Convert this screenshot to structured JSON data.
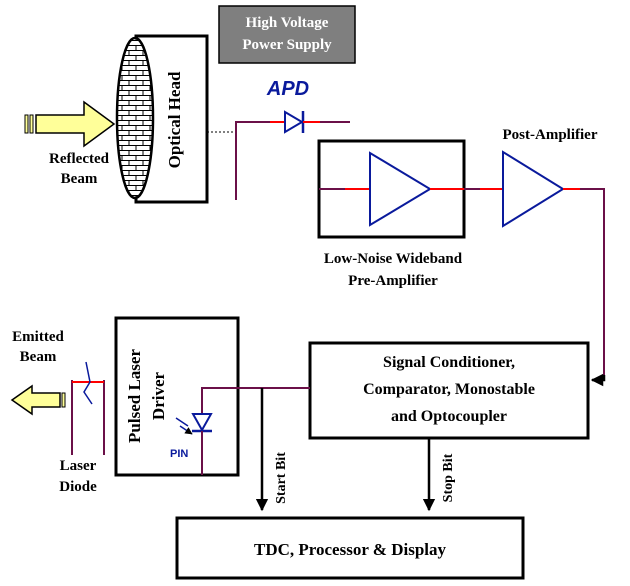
{
  "labels": {
    "hv_supply_line1": "High Voltage",
    "hv_supply_line2": "Power Supply",
    "apd": "APD",
    "optical_head": "Optical Head",
    "reflected_line1": "Reflected",
    "reflected_line2": "Beam",
    "post_amplifier": "Post-Amplifier",
    "preamp_line1": "Low-Noise Wideband",
    "preamp_line2": "Pre-Amplifier",
    "emitted_line1": "Emitted",
    "emitted_line2": "Beam",
    "laser_line1": "Laser",
    "laser_line2": "Diode",
    "pulsed_line1": "Pulsed Laser",
    "pulsed_line2": "Driver",
    "pin": "PIN",
    "start_bit": "Start Bit",
    "stop_bit": "Stop Bit",
    "sigcond_line1": "Signal Conditioner,",
    "sigcond_line2": "Comparator, Monostable",
    "sigcond_line3": "and Optocoupler",
    "tdc": "TDC, Processor & Display"
  },
  "colors": {
    "wire": "#6b1048",
    "signal_red": "#ff0000",
    "hv_box": "#7f7f7f",
    "arrow_fill": "#ffff99",
    "apd_blue": "#0a1a9c"
  }
}
